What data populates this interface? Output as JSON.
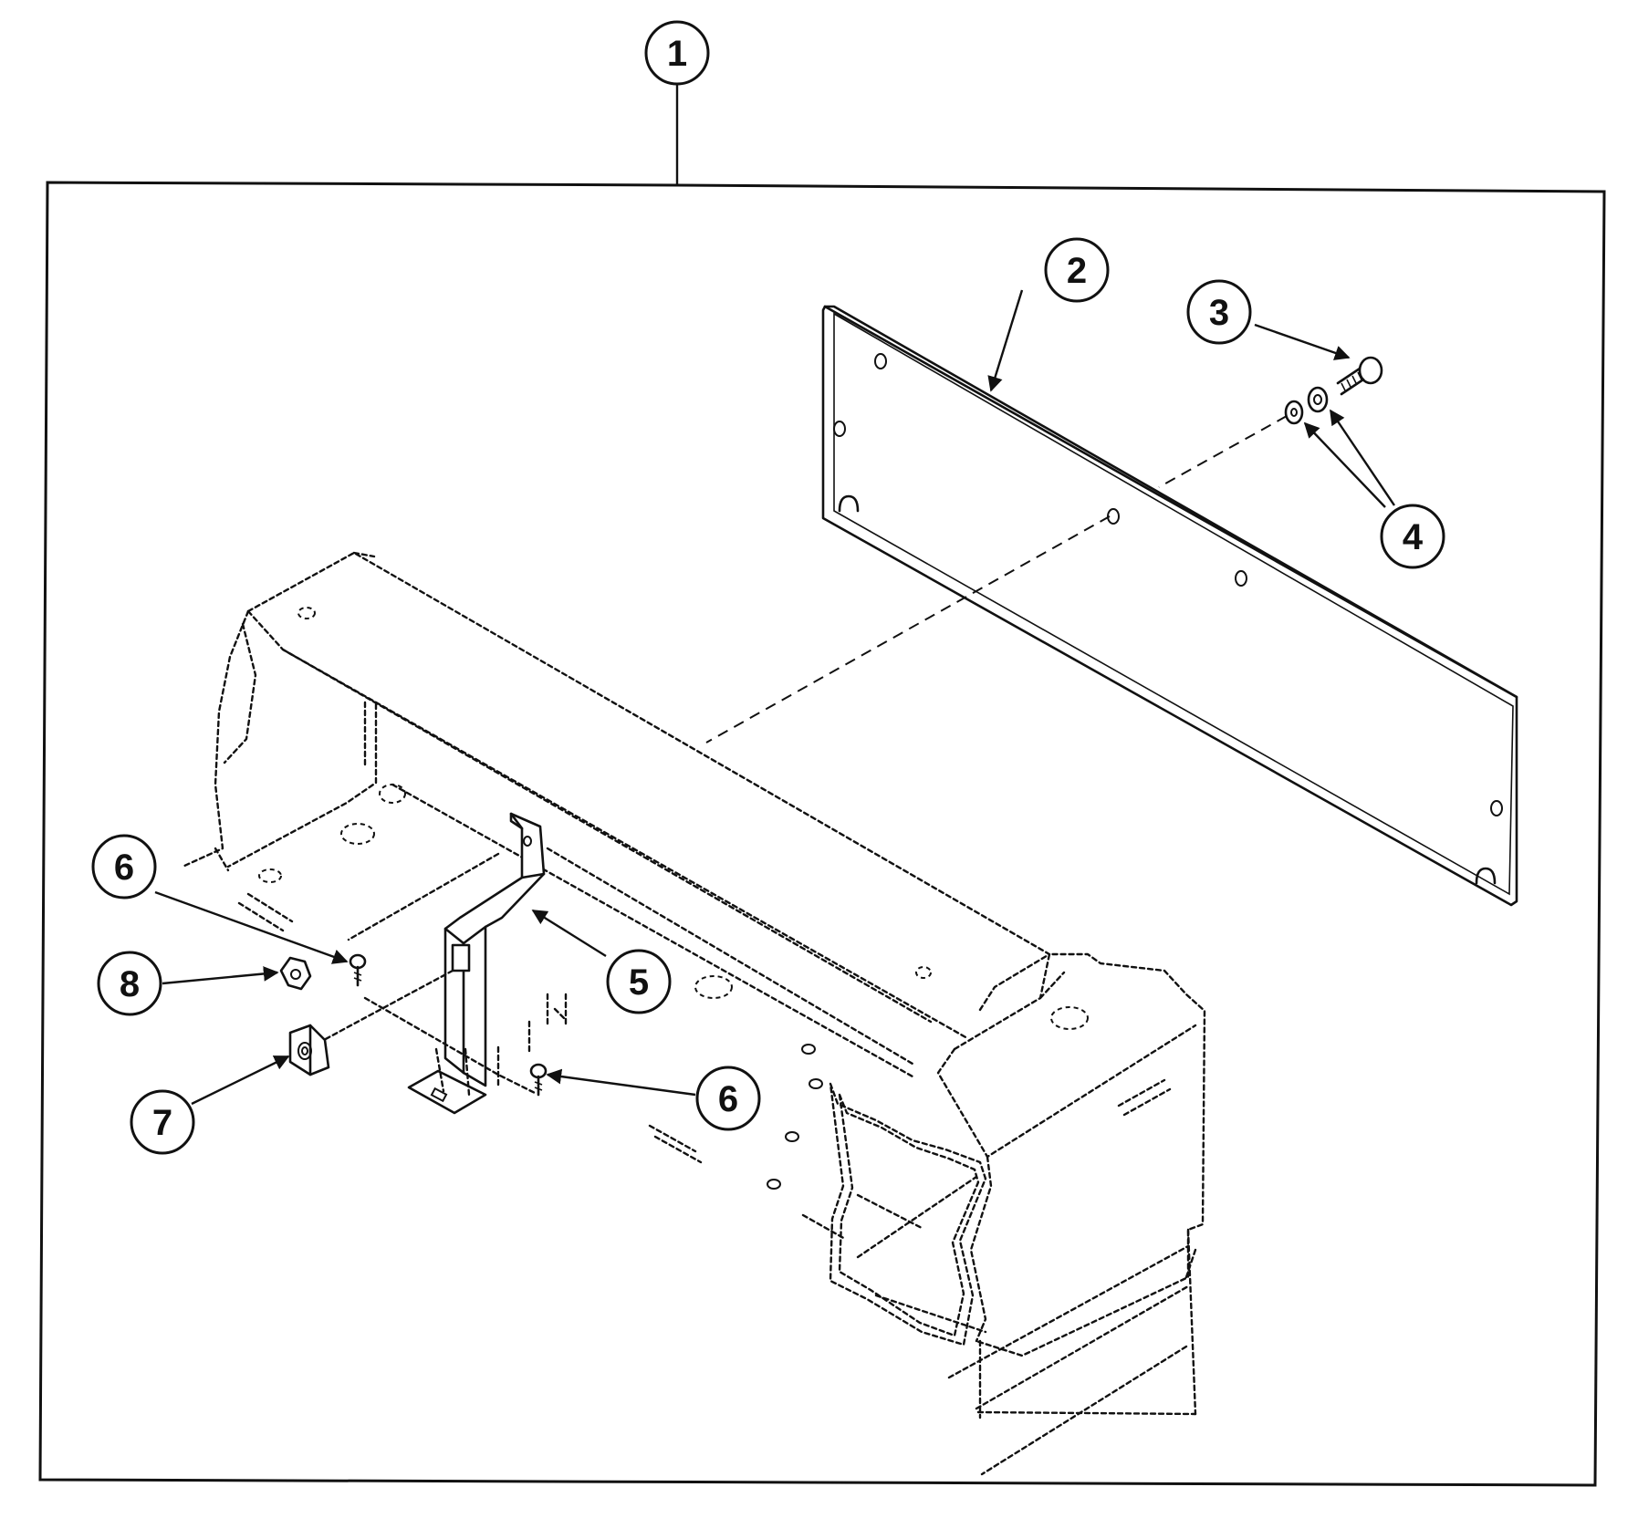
{
  "callouts": [
    {
      "id": "c1",
      "label": "1"
    },
    {
      "id": "c2",
      "label": "2"
    },
    {
      "id": "c3",
      "label": "3"
    },
    {
      "id": "c4",
      "label": "4"
    },
    {
      "id": "c5",
      "label": "5"
    },
    {
      "id": "c6a",
      "label": "6"
    },
    {
      "id": "c6b",
      "label": "6"
    },
    {
      "id": "c7",
      "label": "7"
    },
    {
      "id": "c8",
      "label": "8"
    }
  ]
}
